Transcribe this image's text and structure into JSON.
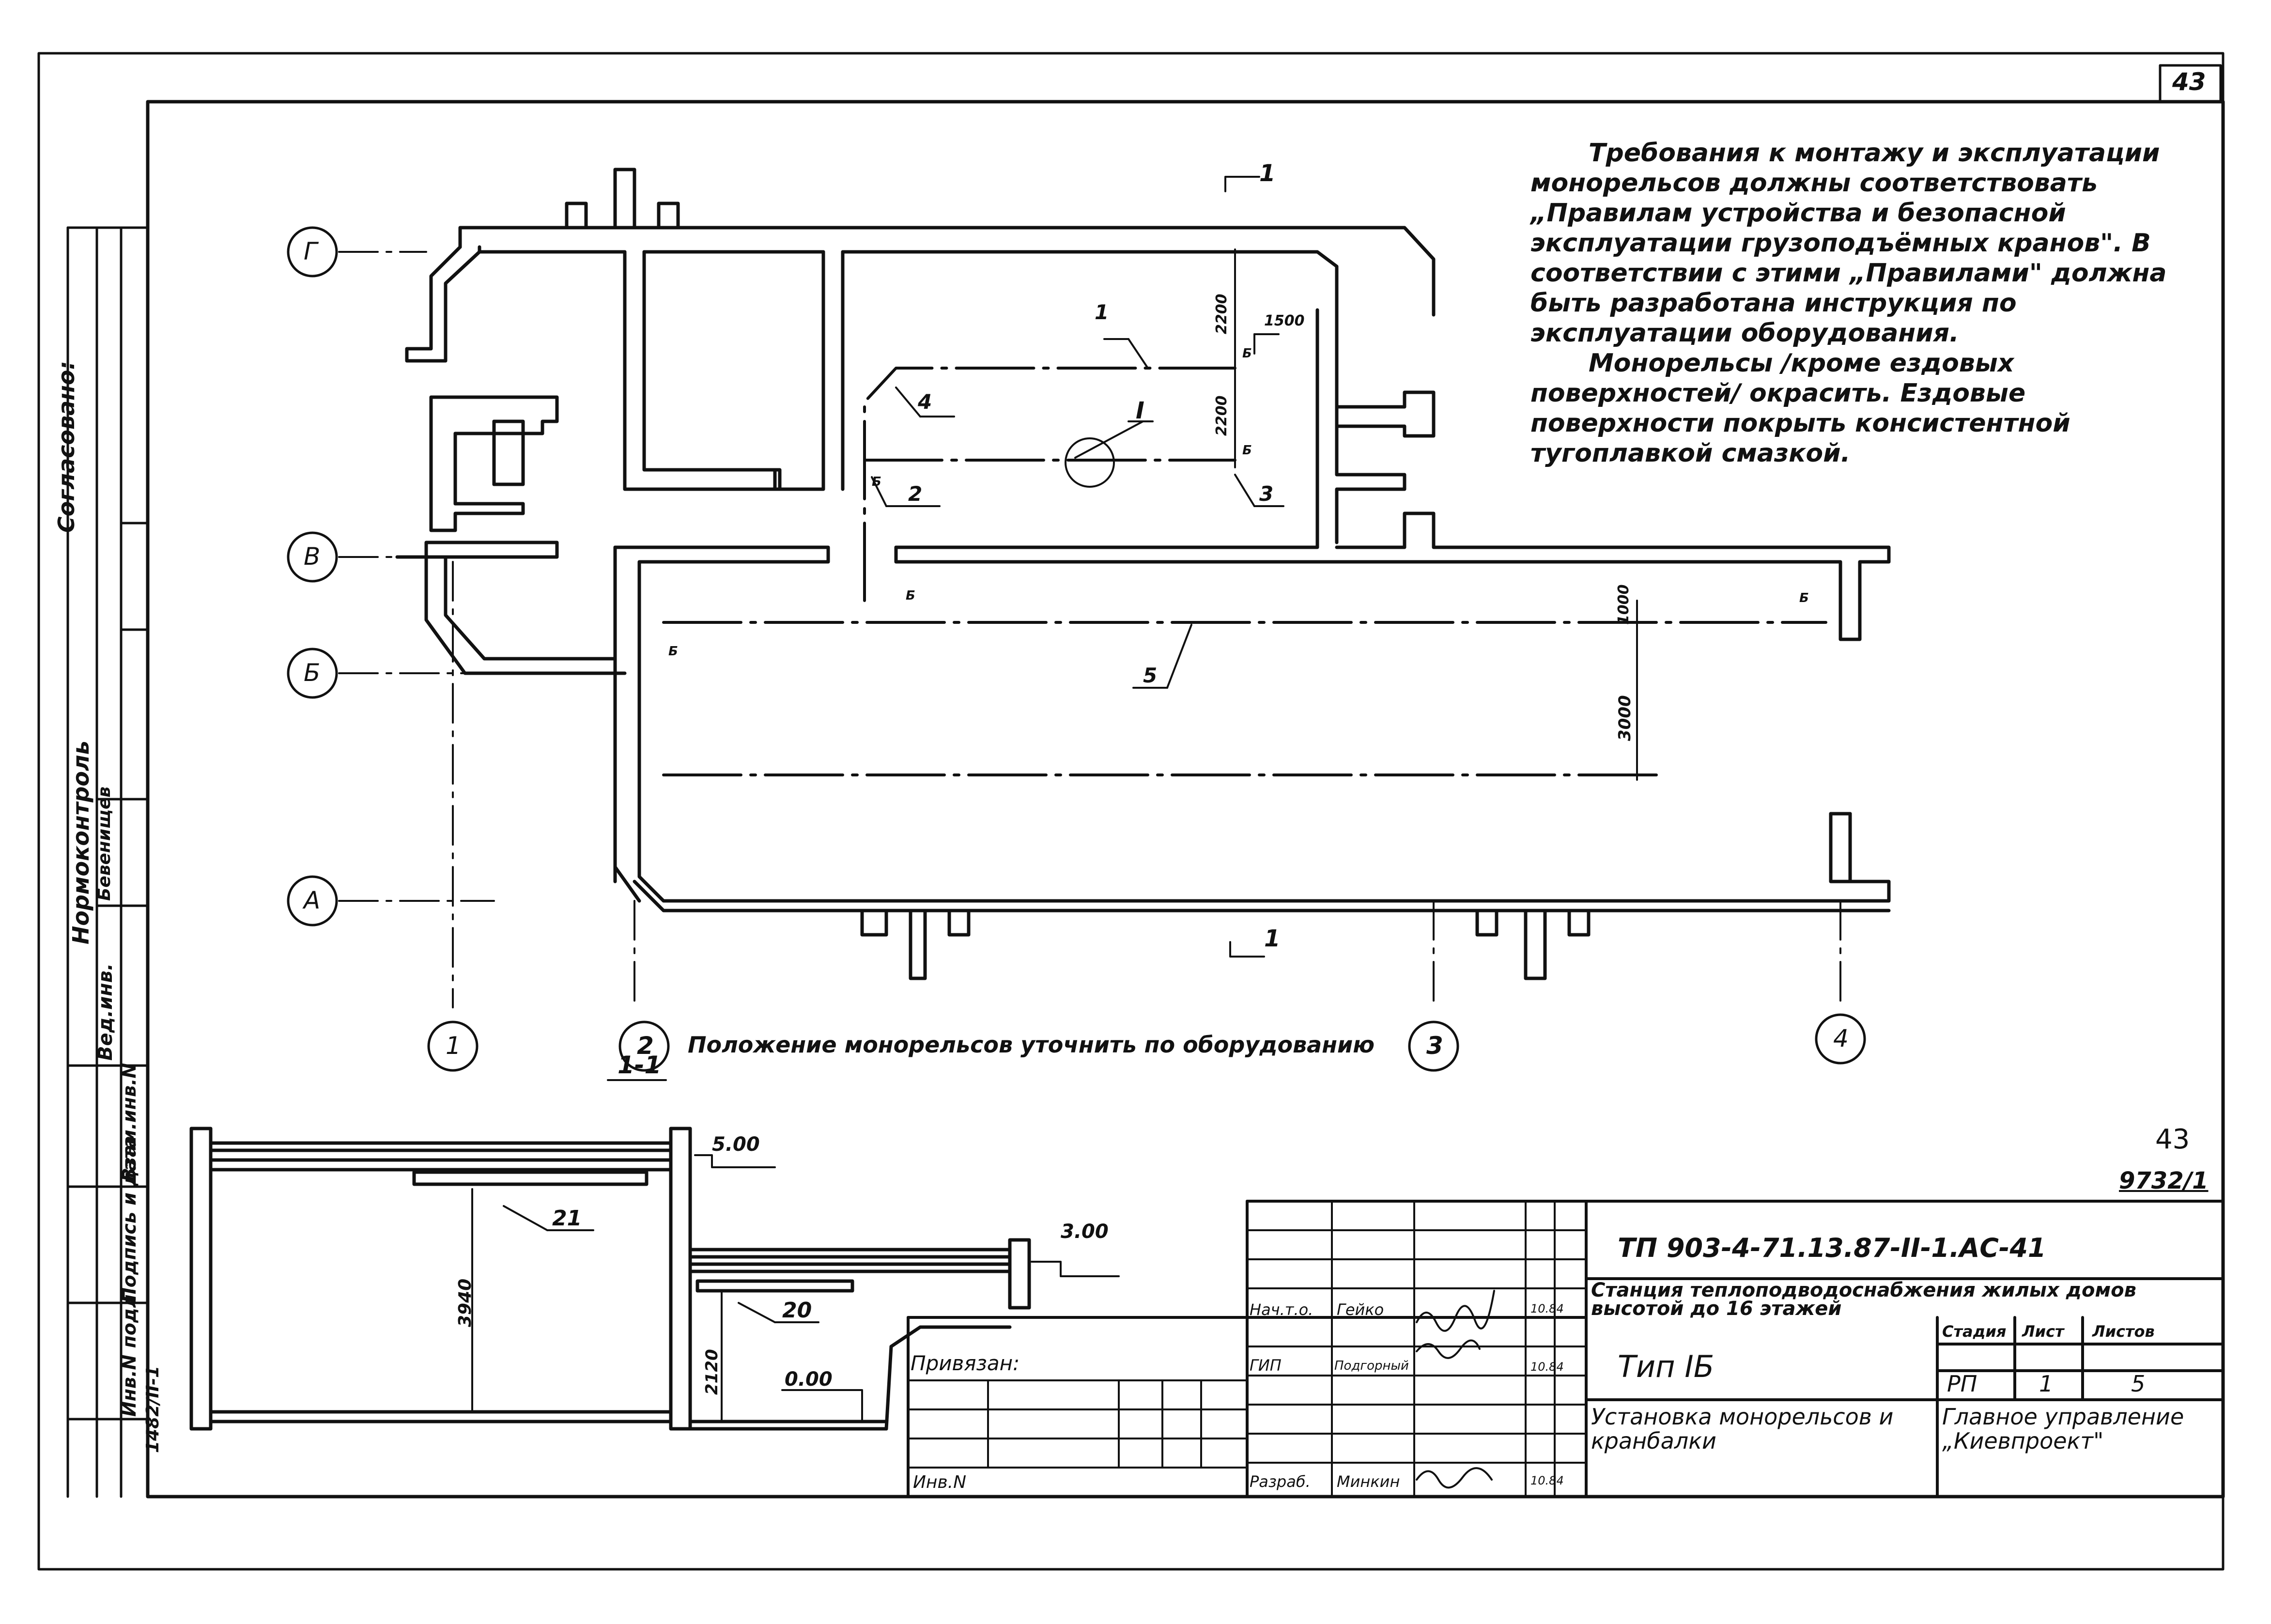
{
  "sheet_number": "43",
  "stamp_number": "43",
  "stamp_code": "9732/1",
  "side_stamps": {
    "agreed": "Согласовано:",
    "normcontrol": "Нормоконтроль",
    "normcontrol_name": "Бевенищев",
    "ved_inv": "Вед.инв.",
    "vzam_inv": "Взам.инв.N",
    "podpis_data": "Подпись и дата",
    "inv_podl": "Инв.N подл.",
    "inv_value": "1482/II-1"
  },
  "notes": [
    "Требования к монтажу и эксплуатации монорельсов должны соответствовать „Правилам устройства и безопасной эксплуатации грузоподъёмных кранов\". В соответствии с этими „Правилами\" должна быть разработана инструкция по эксплуатации оборудования.",
    "Монорельсы /кроме ездовых поверхностей/ окрасить. Ездовые поверхности покрыть консистентной тугоплавкой смазкой."
  ],
  "plan": {
    "axes_letters": [
      "Г",
      "В",
      "Б",
      "А"
    ],
    "axes_numbers": [
      "1",
      "2",
      "3",
      "4"
    ],
    "section_mark": "1",
    "callouts": [
      "1",
      "2",
      "3",
      "4",
      "5"
    ],
    "node_mark": "I",
    "dims": [
      "2200",
      "1500",
      "2200",
      "1000",
      "3000"
    ],
    "small_marks": [
      "Б",
      "Б",
      "Б",
      "Б",
      "Б",
      "Б"
    ],
    "position_note": "Положение монорельсов уточнить по оборудованию"
  },
  "section": {
    "title": "1-1",
    "levels": [
      "5.00",
      "3.00",
      "0.00"
    ],
    "dims": [
      "3940",
      "2120"
    ],
    "callouts": [
      "21",
      "20"
    ]
  },
  "title_block": {
    "doc_code": "ТП 903-4-71.13.87-II-1.АС-41",
    "project_name": "Станция теплоподводоснабжения жилых домов высотой до 16 этажей",
    "type": "Тип IБ",
    "sheet_title": "Установка монорельсов и кранбалки",
    "organization": "Главное управление „Киевпроект\"",
    "privyazan": "Привязан:",
    "inv_n": "Инв.N",
    "stage_label": "Стадия",
    "sheet_label": "Лист",
    "sheets_label": "Листов",
    "stage": "РП",
    "sheet": "1",
    "sheets": "5",
    "people": [
      {
        "role": "Нач.т.о.",
        "name": "Гейко",
        "date": "10.84"
      },
      {
        "role": "ГИП",
        "name": "Подгорный",
        "date": "10.84"
      },
      {
        "role": "Разраб.",
        "name": "Минкин",
        "date": "10.84"
      }
    ]
  }
}
